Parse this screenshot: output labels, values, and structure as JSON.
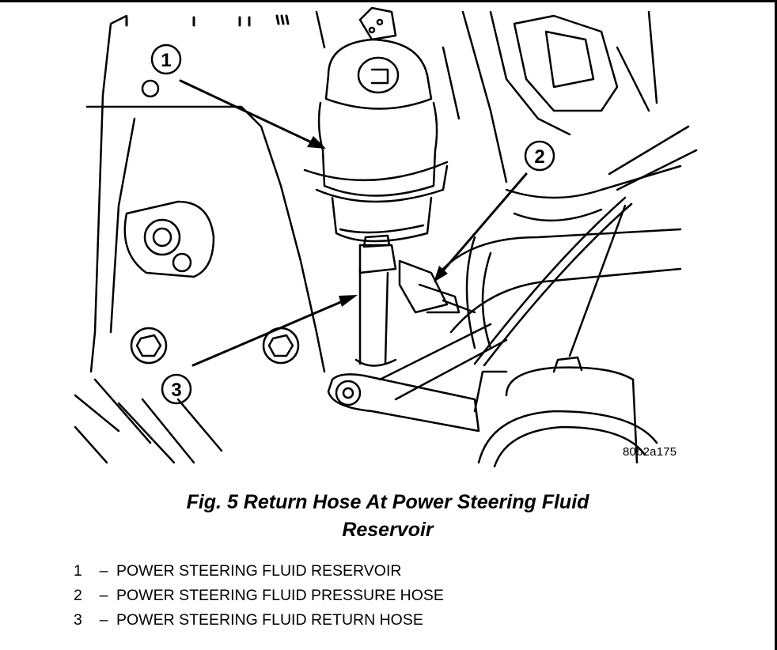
{
  "diagram": {
    "figure_code": "80b2a175",
    "callouts": [
      "1",
      "2",
      "3"
    ]
  },
  "caption": {
    "line1": "Fig. 5 Return Hose At Power Steering Fluid",
    "line2": "Reservoir"
  },
  "legend": [
    {
      "number": "1",
      "dash": "–",
      "text": "POWER STEERING FLUID RESERVOIR"
    },
    {
      "number": "2",
      "dash": "–",
      "text": "POWER STEERING FLUID PRESSURE HOSE"
    },
    {
      "number": "3",
      "dash": "–",
      "text": "POWER STEERING FLUID RETURN HOSE"
    }
  ]
}
